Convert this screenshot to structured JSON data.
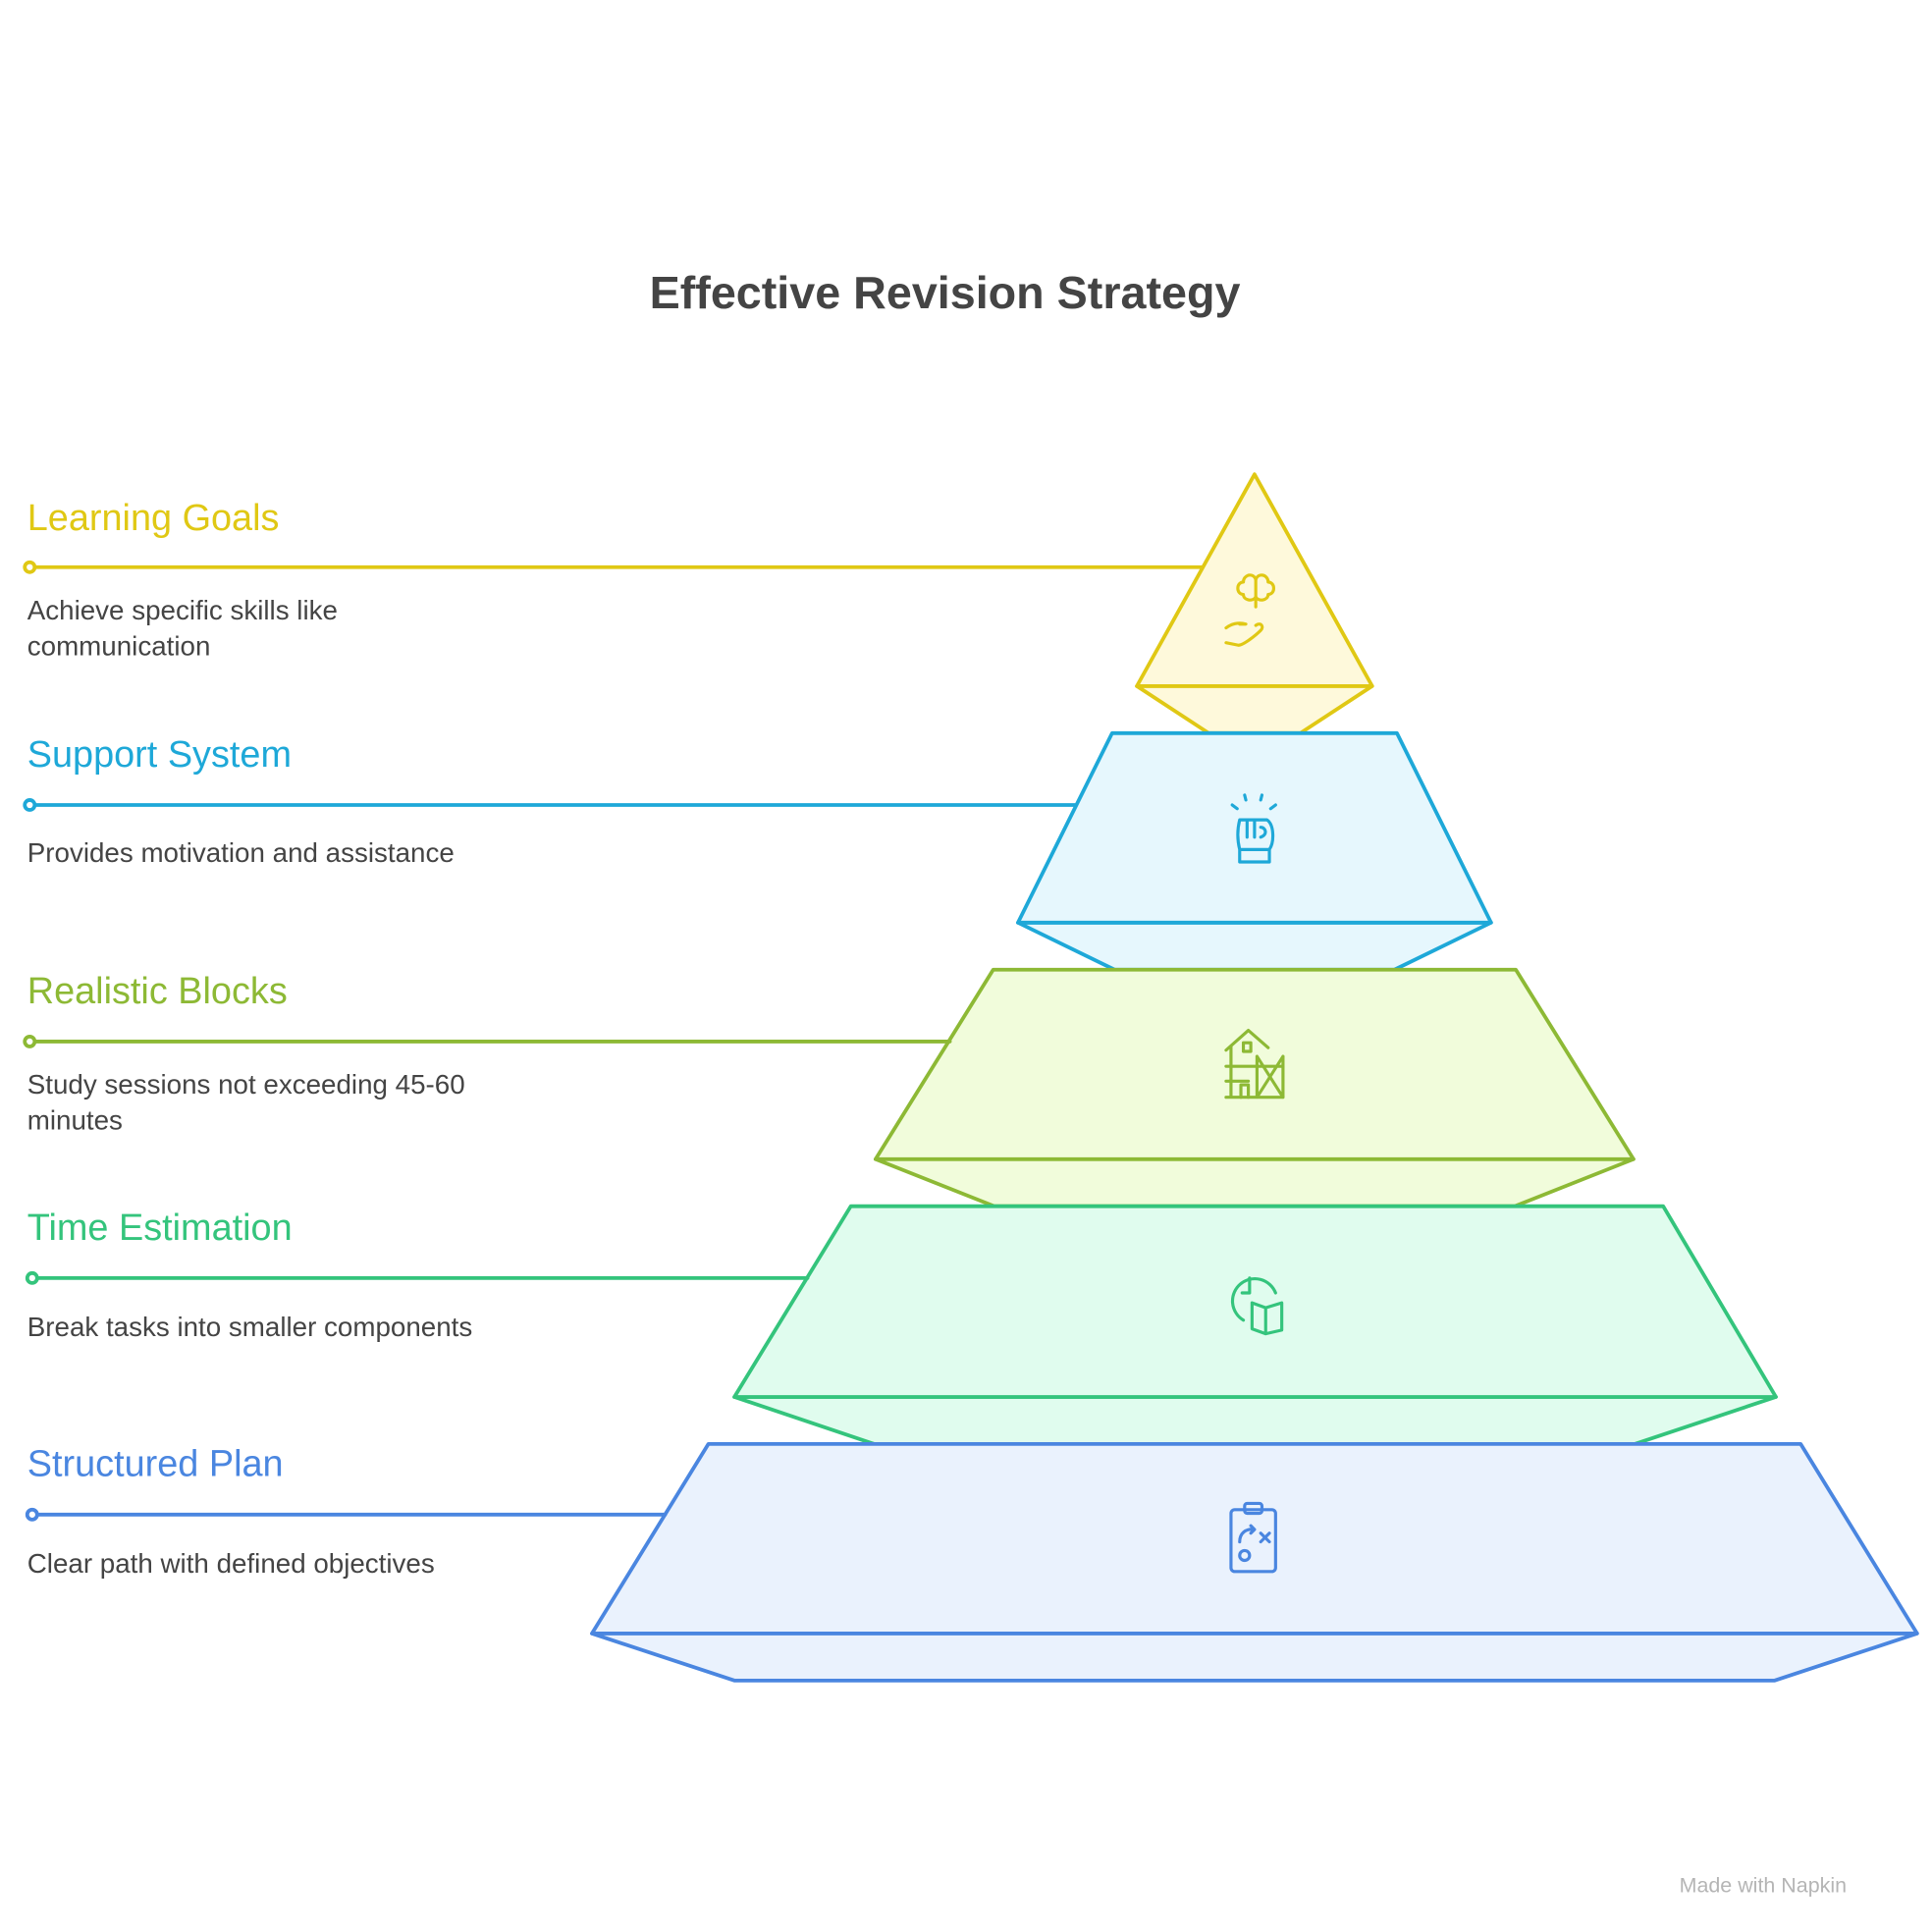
{
  "title": "Effective Revision Strategy",
  "levels": [
    {
      "title": "Learning Goals",
      "description": "Achieve specific skills like communication",
      "icon": "brain-hand-icon",
      "stroke": "#E0C814",
      "fill": "#FEF9DB"
    },
    {
      "title": "Support System",
      "description": "Provides motivation and assistance",
      "icon": "raised-fist-icon",
      "stroke": "#1EA8D8",
      "fill": "#E6F7FD"
    },
    {
      "title": "Realistic Blocks",
      "description": "Study sessions not exceeding 45-60 minutes",
      "icon": "building-blocks-icon",
      "stroke": "#8DB935",
      "fill": "#F1FCDB"
    },
    {
      "title": "Time Estimation",
      "description": "Break tasks into smaller components",
      "icon": "clock-book-icon",
      "stroke": "#34C47C",
      "fill": "#E0FCEE"
    },
    {
      "title": "Structured Plan",
      "description": "Clear path with defined objectives",
      "icon": "clipboard-strategy-icon",
      "stroke": "#4A86E0",
      "fill": "#EAF2FD"
    }
  ],
  "watermark": "Made with Napkin"
}
